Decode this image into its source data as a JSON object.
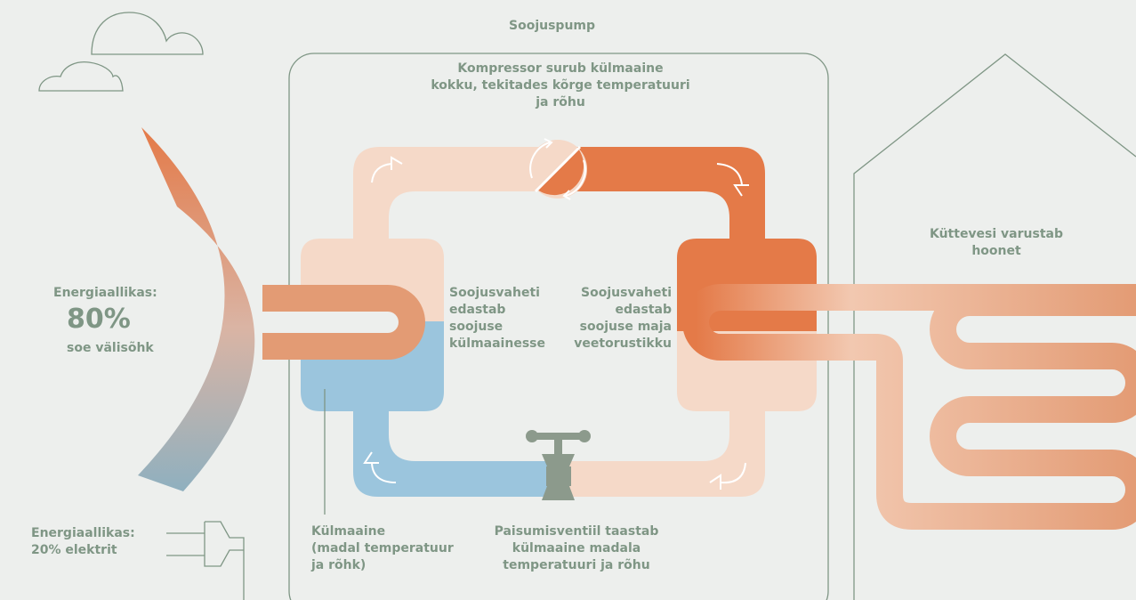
{
  "title": "Soojuspump",
  "labels": {
    "compressor": "Kompressor surub külmaaine\nkokku, tekitades kõrge temperatuuri\nja rõhu",
    "source_heading": "Energiaallikas:",
    "source_percent": "80%",
    "source_desc": "soe välisõhk",
    "exchanger_left": "Soojusvaheti\nedastab\nsoojuse\nkülmaainesse",
    "exchanger_right": "Soojusvaheti\nedastab\nsoojuse maja\nveetorustikku",
    "house": "Küttevesi varustab\nhoonet",
    "electric": "Energiaallikas:\n20% elektrit",
    "refrigerant": "Külmaaine\n(madal temperatuur\nja rõhk)",
    "valve": "Paisumisventiil taastab\nkülmaaine madala\ntemperatuuri ja rõhu"
  },
  "colors": {
    "background": "#edefed",
    "text": "#7f9685",
    "outline": "#7f9685",
    "hot": "#e47a48",
    "warm": "#e39b74",
    "light": "#f5d9c8",
    "cold": "#9bc5dd",
    "valve": "#8c9a8c"
  }
}
